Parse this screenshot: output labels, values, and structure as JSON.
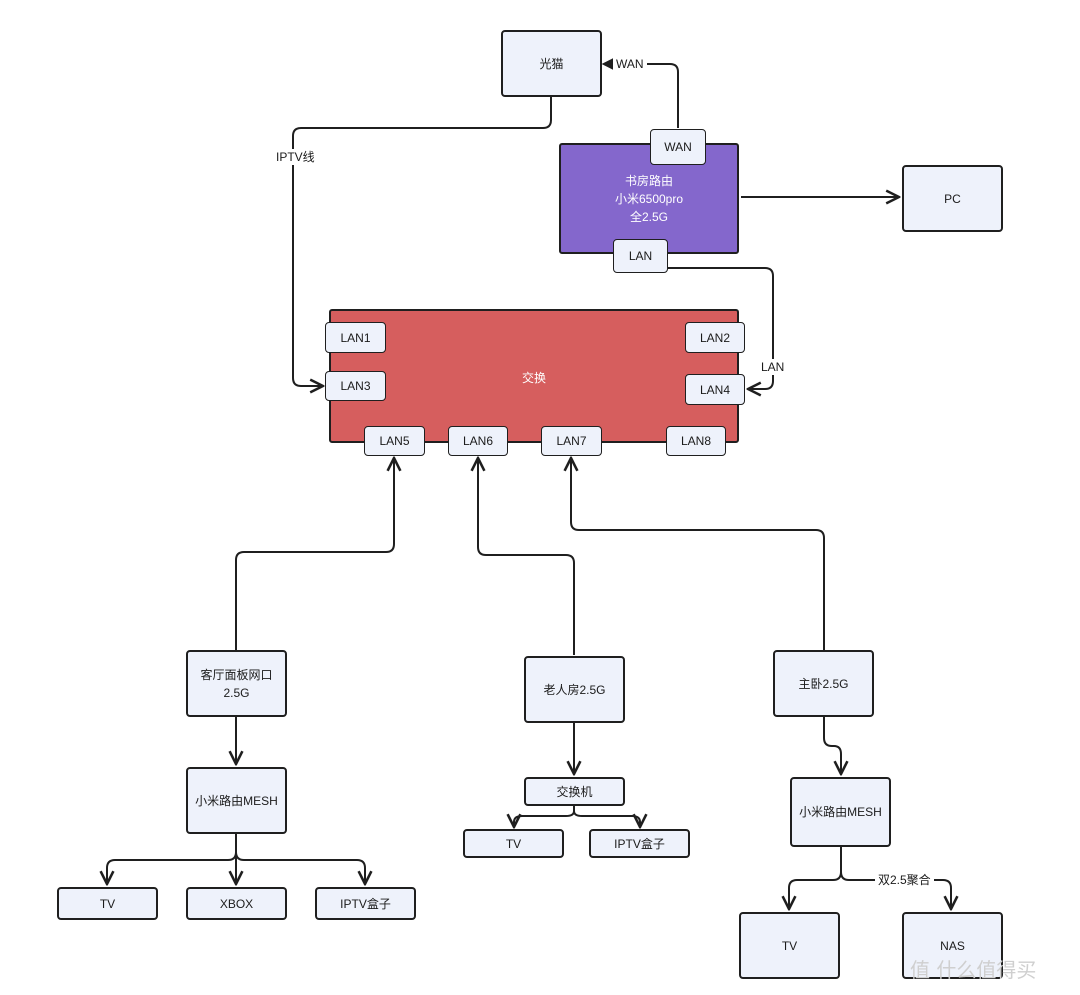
{
  "diagram": {
    "nodes": {
      "modem": "光猫",
      "study_router": "书房路由\n小米6500pro\n全2.5G",
      "study_router_wan": "WAN",
      "study_router_lan": "LAN",
      "pc": "PC",
      "switch": "交换",
      "lan1": "LAN1",
      "lan2": "LAN2",
      "lan3": "LAN3",
      "lan4": "LAN4",
      "lan5": "LAN5",
      "lan6": "LAN6",
      "lan7": "LAN7",
      "lan8": "LAN8",
      "living_panel": "客厅面板网口\n2.5G",
      "elder_room": "老人房2.5G",
      "master_bedroom": "主卧2.5G",
      "living_mesh": "小米路由MESH",
      "elder_switch": "交换机",
      "master_mesh": "小米路由MESH",
      "living_tv": "TV",
      "living_xbox": "XBOX",
      "living_iptv": "IPTV盒子",
      "elder_tv": "TV",
      "elder_iptv": "IPTV盒子",
      "master_tv": "TV",
      "master_nas": "NAS"
    },
    "edge_labels": {
      "wan": "WAN",
      "iptv_line": "IPTV线",
      "lan": "LAN",
      "dual_agg": "双2.5聚合"
    },
    "colors": {
      "router_fill": "#8467cc",
      "switch_fill": "#d65e5e",
      "node_fill": "#eef2fb",
      "line": "#1f1f1f"
    }
  },
  "watermark": "值 什么值得买"
}
